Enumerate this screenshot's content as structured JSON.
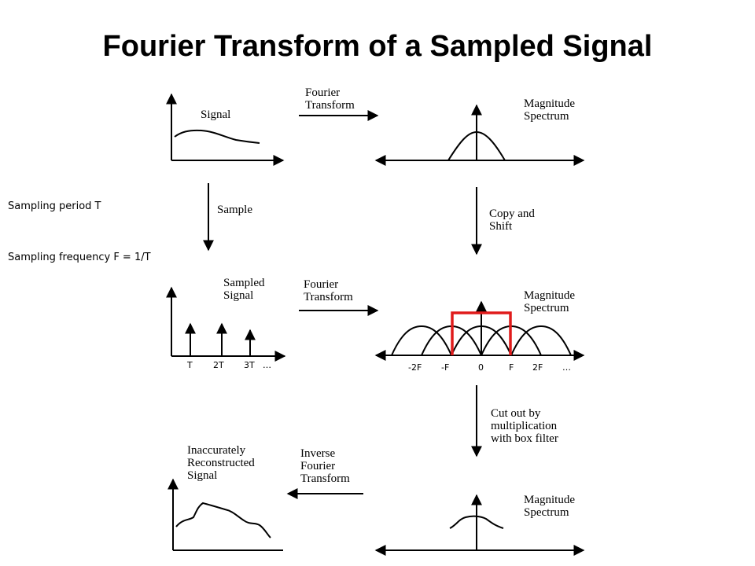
{
  "title": "Fourier Transform of a Sampled Signal",
  "notes": {
    "sampling_period": "Sampling period T",
    "sampling_frequency": "Sampling frequency F = 1/T"
  },
  "labels": {
    "fourier_top": "Fourier\nTransform",
    "signal": "Signal",
    "magnitude_1": "Magnitude\nSpectrum",
    "sample": "Sample",
    "copy_shift": "Copy and\nShift",
    "sampled_signal": "Sampled\nSignal",
    "fourier_mid": "Fourier\nTransform",
    "magnitude_2": "Magnitude\nSpectrum",
    "cut_out": "Cut out by\nmultiplication\nwith box filter",
    "reconstructed": "Inaccurately\nReconstructed\nSignal",
    "inverse": "Inverse\nFourier\nTransform",
    "magnitude_3": "Magnitude\nSpectrum"
  },
  "time_ticks": [
    "T",
    "2T",
    "3T",
    "…"
  ],
  "freq_ticks": [
    "-2F",
    "-F",
    "0",
    "F",
    "2F",
    "…"
  ],
  "colors": {
    "box_filter": "#e01b1b",
    "ink": "#000000"
  }
}
